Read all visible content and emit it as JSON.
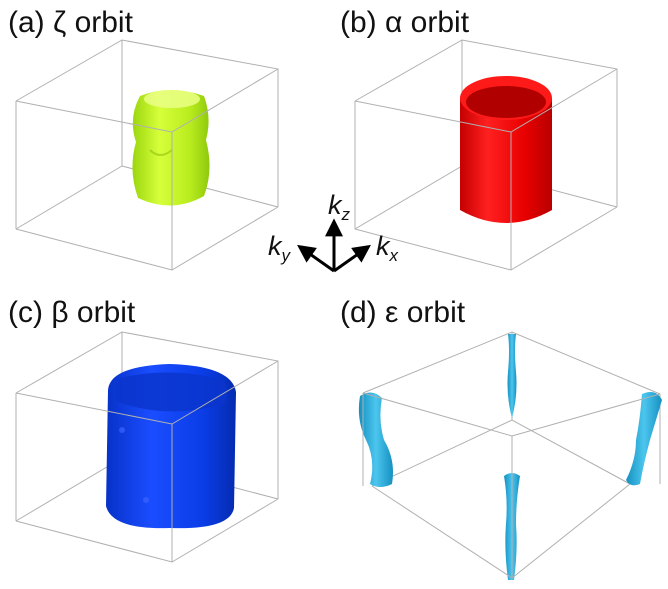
{
  "panels": [
    {
      "id": "a",
      "label": "(a) ζ orbit",
      "color": "#b5e61d"
    },
    {
      "id": "b",
      "label": "(b) α orbit",
      "color": "#e00000"
    },
    {
      "id": "c",
      "label": "(c) β orbit",
      "color": "#0a3de6"
    },
    {
      "id": "d",
      "label": "(d) ε orbit",
      "color": "#1fa8d6"
    }
  ],
  "axes": {
    "kz": {
      "symbol": "k",
      "subscript": "z"
    },
    "ky": {
      "symbol": "k",
      "subscript": "y"
    },
    "kx": {
      "symbol": "k",
      "subscript": "x"
    }
  },
  "colors": {
    "box_edge": "#b0b0b0",
    "arrow": "#000000",
    "text": "#111111"
  }
}
